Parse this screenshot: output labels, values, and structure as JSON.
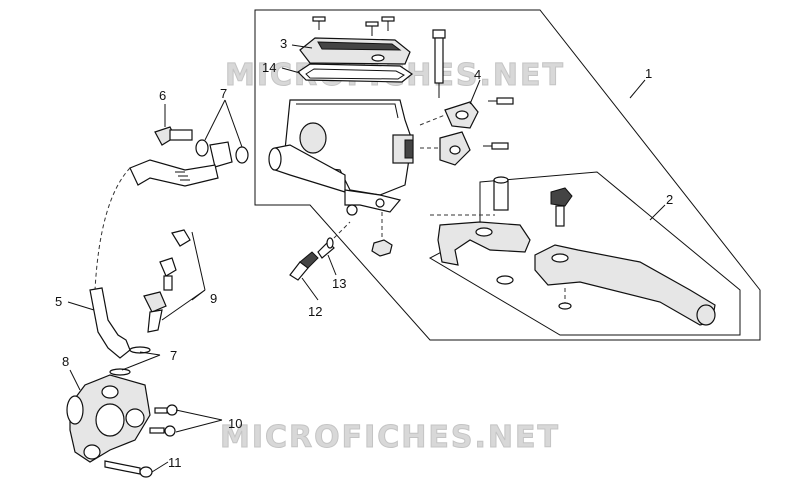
{
  "watermark": {
    "top": "MICROFICHES.NET",
    "bottom": "MICROFICHES.NET"
  },
  "callouts": {
    "c1": "1",
    "c2": "2",
    "c3": "3",
    "c4": "4",
    "c5": "5",
    "c6": "6",
    "c7a": "7",
    "c7b": "7",
    "c8": "8",
    "c9": "9",
    "c10": "10",
    "c11": "11",
    "c12": "12",
    "c13": "13",
    "c14": "14"
  }
}
